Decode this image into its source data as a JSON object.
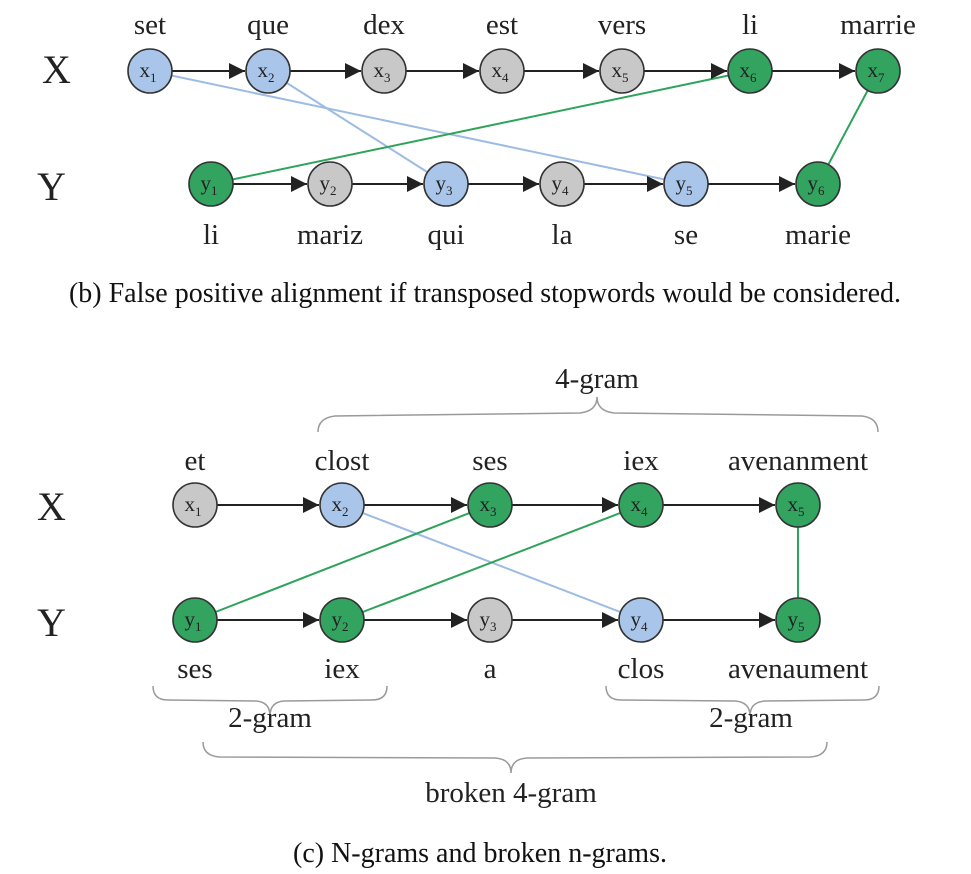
{
  "colors": {
    "gray": "#c8c8c8",
    "blue": "#a9c6ea",
    "green": "#33a360",
    "blue_line": "#9dbce3",
    "green_line": "#2ea35a"
  },
  "panel_b": {
    "row_x_label": "X",
    "row_y_label": "Y",
    "x_nodes": [
      {
        "name": "x",
        "sub": "1",
        "word": "set",
        "color": "blue"
      },
      {
        "name": "x",
        "sub": "2",
        "word": "que",
        "color": "blue"
      },
      {
        "name": "x",
        "sub": "3",
        "word": "dex",
        "color": "gray"
      },
      {
        "name": "x",
        "sub": "4",
        "word": "est",
        "color": "gray"
      },
      {
        "name": "x",
        "sub": "5",
        "word": "vers",
        "color": "gray"
      },
      {
        "name": "x",
        "sub": "6",
        "word": "li",
        "color": "green"
      },
      {
        "name": "x",
        "sub": "7",
        "word": "marrie",
        "color": "green"
      }
    ],
    "y_nodes": [
      {
        "name": "y",
        "sub": "1",
        "word": "li",
        "color": "green"
      },
      {
        "name": "y",
        "sub": "2",
        "word": "mariz",
        "color": "gray"
      },
      {
        "name": "y",
        "sub": "3",
        "word": "qui",
        "color": "blue"
      },
      {
        "name": "y",
        "sub": "4",
        "word": "la",
        "color": "gray"
      },
      {
        "name": "y",
        "sub": "5",
        "word": "se",
        "color": "blue"
      },
      {
        "name": "y",
        "sub": "6",
        "word": "marie",
        "color": "green"
      }
    ],
    "alignments": [
      {
        "x": 1,
        "y": 5,
        "color": "blue_line"
      },
      {
        "x": 2,
        "y": 3,
        "color": "blue_line"
      },
      {
        "x": 6,
        "y": 1,
        "color": "green_line"
      },
      {
        "x": 7,
        "y": 6,
        "color": "green_line"
      }
    ],
    "caption": "(b) False positive alignment if transposed stopwords would be considered."
  },
  "panel_c": {
    "row_x_label": "X",
    "row_y_label": "Y",
    "x_nodes": [
      {
        "name": "x",
        "sub": "1",
        "word": "et",
        "color": "gray"
      },
      {
        "name": "x",
        "sub": "2",
        "word": "clost",
        "color": "blue"
      },
      {
        "name": "x",
        "sub": "3",
        "word": "ses",
        "color": "green"
      },
      {
        "name": "x",
        "sub": "4",
        "word": "iex",
        "color": "green"
      },
      {
        "name": "x",
        "sub": "5",
        "word": "avenanment",
        "color": "green"
      }
    ],
    "y_nodes": [
      {
        "name": "y",
        "sub": "1",
        "word": "ses",
        "color": "green"
      },
      {
        "name": "y",
        "sub": "2",
        "word": "iex",
        "color": "green"
      },
      {
        "name": "y",
        "sub": "3",
        "word": "a",
        "color": "gray"
      },
      {
        "name": "y",
        "sub": "4",
        "word": "clos",
        "color": "blue"
      },
      {
        "name": "y",
        "sub": "5",
        "word": "avenaument",
        "color": "green"
      }
    ],
    "alignments": [
      {
        "x": 2,
        "y": 4,
        "color": "blue_line"
      },
      {
        "x": 3,
        "y": 1,
        "color": "green_line"
      },
      {
        "x": 4,
        "y": 2,
        "color": "green_line"
      },
      {
        "x": 5,
        "y": 5,
        "color": "green_line"
      }
    ],
    "top_brace_label": "4-gram",
    "left_brace_label": "2-gram",
    "right_brace_label": "2-gram",
    "bottom_brace_label": "broken 4-gram",
    "caption": "(c) N-grams and broken n-grams."
  }
}
